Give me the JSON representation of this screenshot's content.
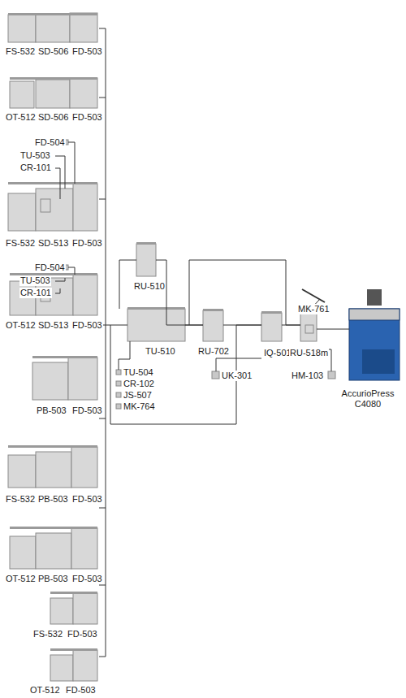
{
  "diagram": {
    "labels": [
      "FS-532",
      "SD-506",
      "FD-503",
      "OT-512",
      "SD-506",
      "FD-503",
      "FD-504",
      "TU-503",
      "CR-101",
      "FS-532",
      "SD-513",
      "FD-503",
      "FD-504",
      "TU-503",
      "CR-101",
      "OT-512",
      "SD-513",
      "FD-503",
      "PB-503",
      "FD-503",
      "FS-532",
      "PB-503",
      "FD-503",
      "OT-512",
      "PB-503",
      "FD-503",
      "FS-532",
      "FD-503",
      "OT-512",
      "FD-503",
      "RU-510",
      "TU-510",
      "TU-504",
      "CR-102",
      "JS-507",
      "MK-764",
      "RU-702",
      "MK-761",
      "IQ-501",
      "RU-518m",
      "UK-301",
      "HM-103",
      "AccurioPress C4080"
    ]
  }
}
